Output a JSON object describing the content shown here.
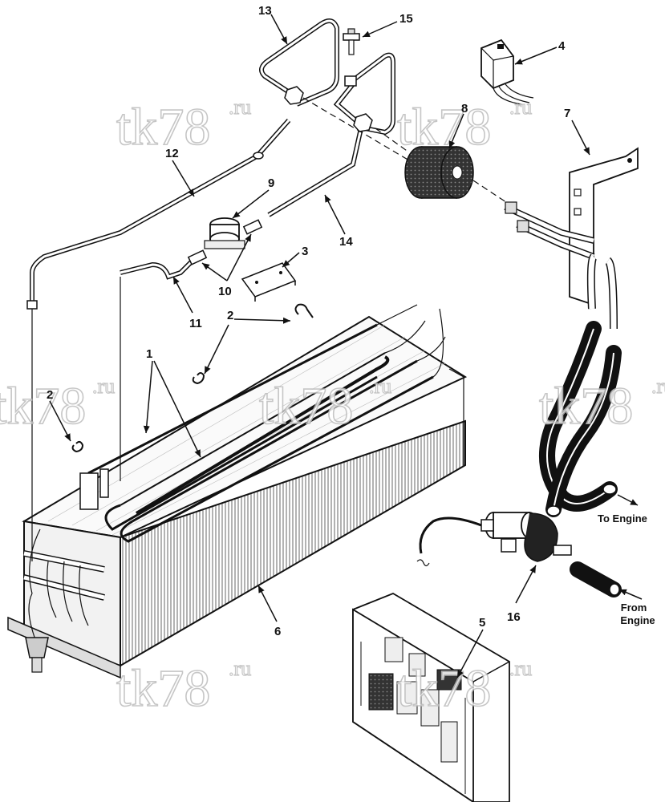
{
  "callouts": [
    "1",
    "2",
    "3",
    "4",
    "5",
    "6",
    "7",
    "8",
    "9",
    "10",
    "11",
    "12",
    "13",
    "14",
    "15",
    "16"
  ],
  "captions": {
    "to_engine": "To Engine",
    "from_engine_line1": "From",
    "from_engine_line2": "Engine"
  },
  "watermark": {
    "main": "tk78",
    "sub": ".ru"
  }
}
